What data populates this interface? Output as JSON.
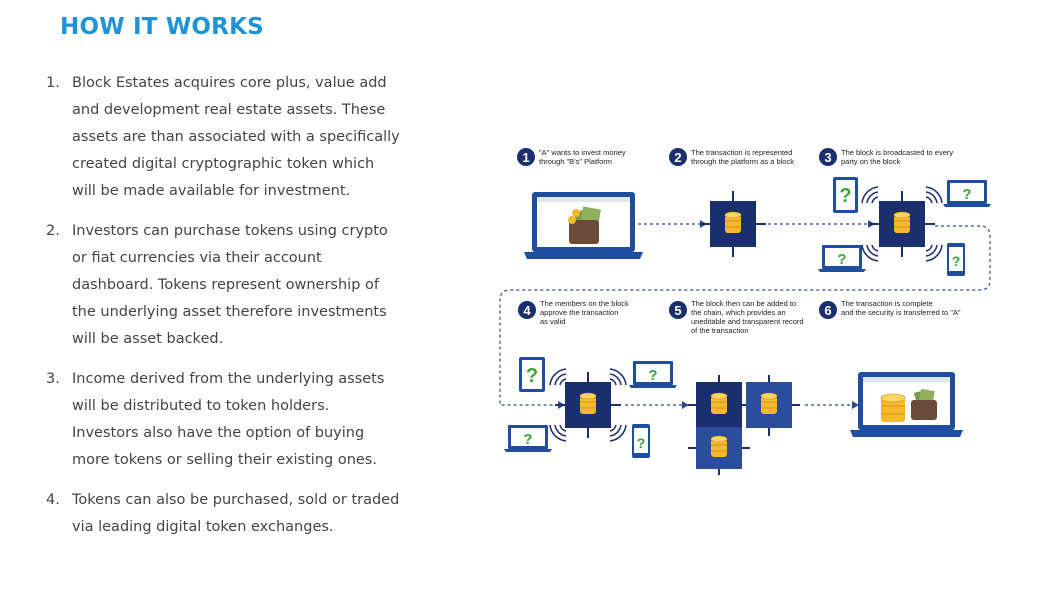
{
  "title": "HOW IT WORKS",
  "steps": [
    {
      "number": "1.",
      "text": "Block Estates acquires core plus, value add and development real estate assets. These assets are than associated with a specifically created digital cryptographic token which will be made available for investment."
    },
    {
      "number": "2.",
      "text": "Investors can purchase tokens using crypto or fiat currencies via their account dashboard. Tokens represent ownership of the underlying asset therefore investments will be asset backed."
    },
    {
      "number": "3.",
      "text": "Income derived from the underlying assets will be distributed to token holders. Investors also have the option of buying more tokens or selling their existing ones."
    },
    {
      "number": "4.",
      "text": "Tokens can also be purchased, sold or traded via leading digital token exchanges."
    }
  ],
  "diagram": {
    "steps": [
      {
        "number": "1",
        "lines": [
          "\"A\" wants to invest money",
          "through \"B's\" Platform"
        ]
      },
      {
        "number": "2",
        "lines": [
          "The transaction is represented",
          "through the platform as a block"
        ]
      },
      {
        "number": "3",
        "lines": [
          "The block is broadcasted to every",
          "party on the block"
        ]
      },
      {
        "number": "4",
        "lines": [
          "The members on the block",
          "approve the transaction",
          "as valid"
        ]
      },
      {
        "number": "5",
        "lines": [
          "The block then can be added to",
          "the chain, which provides an",
          "uneditable and transparent record",
          "of the transaction"
        ]
      },
      {
        "number": "6",
        "lines": [
          "The transaction is complete",
          "and the security is transferred to \"A\""
        ]
      }
    ],
    "question_mark": "?",
    "colors": {
      "navy": "#1b2f6e",
      "blue": "#1f4ea1",
      "gold": "#f5b92e",
      "green": "#3aa53a",
      "dash": "#2e4a8a",
      "wallet": "#6b4a3a",
      "cash": "#7a9a4a"
    }
  }
}
